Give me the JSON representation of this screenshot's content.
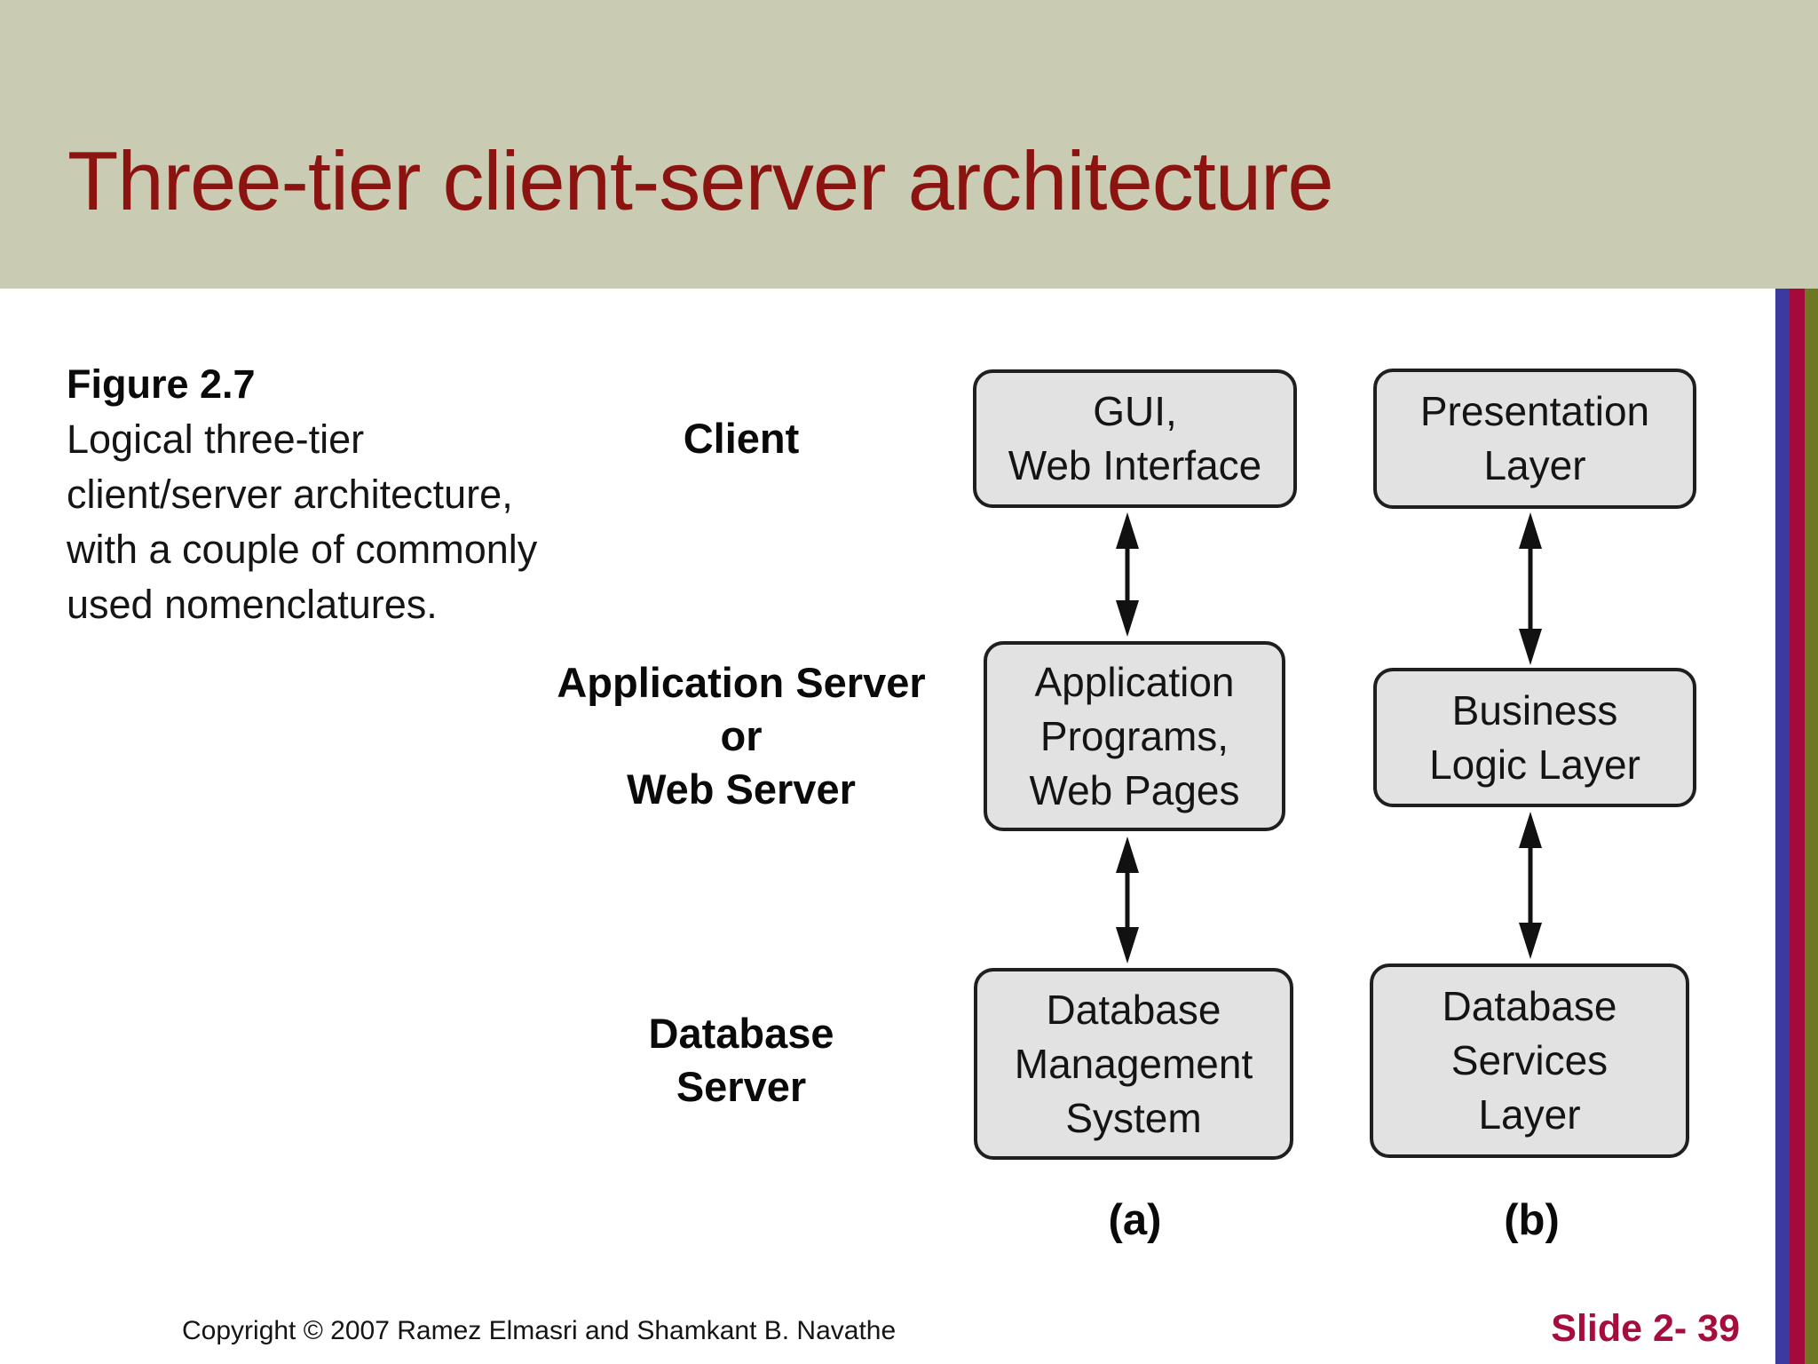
{
  "header": {
    "title": "Three-tier client-server architecture"
  },
  "caption": {
    "heading": "Figure 2.7",
    "line1": "Logical three-tier",
    "line2": "client/server architecture,",
    "line3": "with a couple of commonly",
    "line4": "used nomenclatures."
  },
  "diagram": {
    "rows": [
      {
        "label": [
          "Client"
        ],
        "box_a": [
          "GUI,",
          "Web Interface"
        ],
        "box_b": [
          "Presentation",
          "Layer"
        ]
      },
      {
        "label": [
          "Application Server",
          "or",
          "Web Server"
        ],
        "box_a": [
          "Application",
          "Programs,",
          "Web Pages"
        ],
        "box_b": [
          "Business",
          "Logic Layer"
        ]
      },
      {
        "label": [
          "Database",
          "Server"
        ],
        "box_a": [
          "Database",
          "Management",
          "System"
        ],
        "box_b": [
          "Database",
          "Services",
          "Layer"
        ]
      }
    ],
    "footnotes": {
      "a": "(a)",
      "b": "(b)"
    }
  },
  "footer": {
    "copyright": "Copyright © 2007 Ramez Elmasri and Shamkant B. Navathe",
    "slide_number": "Slide 2- 39"
  },
  "colors": {
    "header_bg": "#c9ccb2",
    "title_color": "#8b1310",
    "stripe_blue": "#3b3a9e",
    "stripe_maroon": "#a50a3c",
    "stripe_olive": "#6e7823",
    "box_fill": "#e2e2e2",
    "box_border": "#1f1f1f",
    "slide_number": "#a60d3c"
  }
}
